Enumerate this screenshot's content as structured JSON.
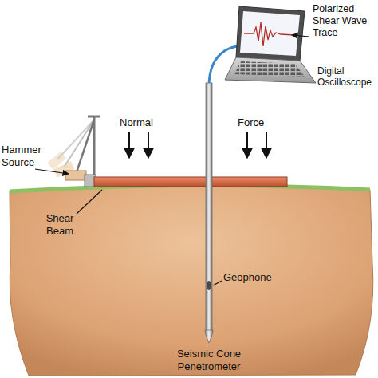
{
  "diagram": {
    "labels": [
      "Hammer Source",
      "Normal",
      "Force",
      "Shear Beam",
      "Geophone",
      "Seismic Cone Penetrometer",
      "Polarized Shear Wave Trace",
      "Digital Oscilloscope"
    ]
  }
}
